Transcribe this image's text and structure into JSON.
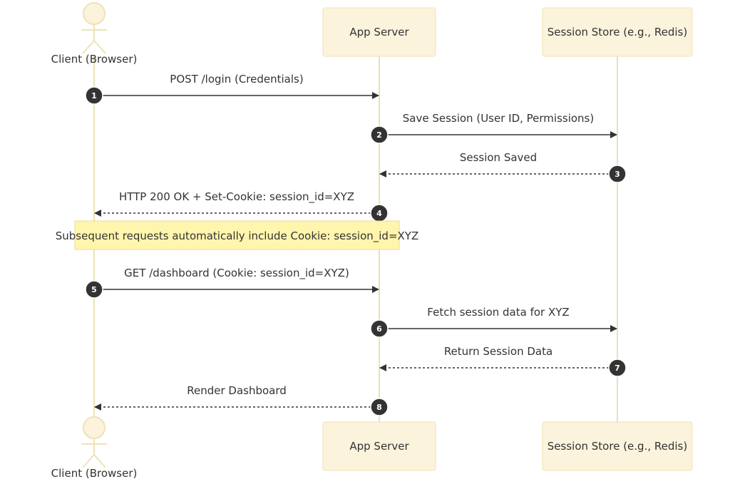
{
  "participants": [
    {
      "id": "client",
      "label": "Client (Browser)",
      "kind": "actor"
    },
    {
      "id": "app",
      "label": "App Server",
      "kind": "box"
    },
    {
      "id": "store",
      "label": "Session Store (e.g., Redis)",
      "kind": "box"
    }
  ],
  "messages": [
    {
      "num": "1",
      "from": "client",
      "to": "app",
      "label": "POST /login (Credentials)",
      "style": "solid"
    },
    {
      "num": "2",
      "from": "app",
      "to": "store",
      "label": "Save Session (User ID, Permissions)",
      "style": "solid"
    },
    {
      "num": "3",
      "from": "store",
      "to": "app",
      "label": "Session Saved",
      "style": "dashed"
    },
    {
      "num": "4",
      "from": "app",
      "to": "client",
      "label": "HTTP 200 OK + Set-Cookie: session_id=XYZ",
      "style": "dashed"
    },
    {
      "num": "5",
      "from": "client",
      "to": "app",
      "label": "GET /dashboard (Cookie: session_id=XYZ)",
      "style": "solid"
    },
    {
      "num": "6",
      "from": "app",
      "to": "store",
      "label": "Fetch session data for XYZ",
      "style": "solid"
    },
    {
      "num": "7",
      "from": "store",
      "to": "app",
      "label": "Return Session Data",
      "style": "dashed"
    },
    {
      "num": "8",
      "from": "app",
      "to": "client",
      "label": "Render Dashboard",
      "style": "dashed"
    }
  ],
  "note": {
    "text": "Subsequent requests automatically include Cookie: session_id=XYZ",
    "over": [
      "client",
      "app"
    ]
  },
  "colors": {
    "box_fill": "#fff5ad",
    "box_fill_light": "#fcf3dc",
    "box_stroke": "#f0e2b6",
    "lifeline": "#ece2b0",
    "arrow": "#333333",
    "badge": "#333333",
    "note_fill": "#fff5ad",
    "note_stroke": "#e8df92"
  }
}
